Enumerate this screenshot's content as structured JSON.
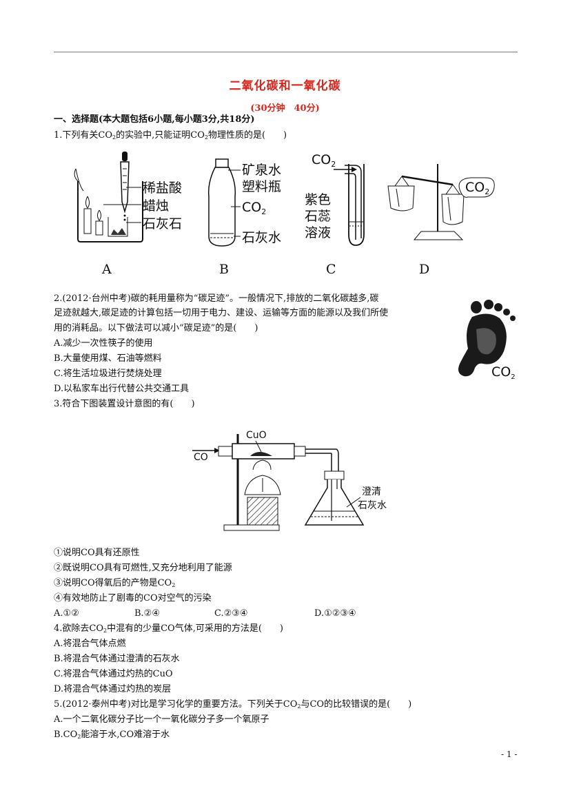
{
  "title": "二氧化碳和一氧化碳",
  "subtitle": "(30分钟　40分)",
  "section1": "一、选择题(本大题包括6小题,每小题3分,共18分)",
  "q1": {
    "stem_a": "1.下列有关CO",
    "stem_b": "的实验中,只能证明CO",
    "stem_c": "物理性质的是(　　)",
    "figs": {
      "A": {
        "letter": "A",
        "l1": "稀盐酸",
        "l2": "蜡烛",
        "l3": "石灰石"
      },
      "B": {
        "letter": "B",
        "l1": "矿泉水",
        "l2": "塑料瓶",
        "l3": "CO",
        "l4": "石灰水"
      },
      "C": {
        "letter": "C",
        "co2": "CO",
        "l1": "紫色",
        "l2": "石蕊",
        "l3": "溶液"
      },
      "D": {
        "letter": "D",
        "co2": "CO"
      }
    }
  },
  "q2": {
    "l1": "2.(2012·台州中考)碳的耗用量称为“碳足迹”。一般情况下,排放的二氧化碳越多,碳",
    "l2": "足迹就越大,碳足迹的计算包括一切用于电力、建设、运输等方面的能源以及我们所使",
    "l3": "用的消耗品。以下做法可以减小“碳足迹”的是(　　)",
    "a": "A.减少一次性筷子的使用",
    "b": "B.大量使用煤、石油等燃料",
    "c": "C.将生活垃圾进行焚烧处理",
    "d": "D.以私家车出行代替公共交通工具",
    "fig_label": "CO"
  },
  "q3": {
    "stem": "3.符合下图装置设计意图的有(　　)",
    "fig": {
      "co": "CO",
      "cuo": "CuO",
      "lime1": "澄清",
      "lime2": "石灰水"
    },
    "s1": "①说明CO具有还原性",
    "s2": "②既说明CO具有可燃性,又充分地利用了能源",
    "s3": "③说明CO得氧后的产物是CO",
    "s4": "④有效地防止了剧毒的CO对空气的污染",
    "optA": "A.①②",
    "optB": "B.②④",
    "optC": "C.②③④",
    "optD": "D.①②③④"
  },
  "q4": {
    "stem_a": "4.欲除去CO",
    "stem_b": "中混有的少量CO气体,可采用的方法是(　　)",
    "a": "A.将混合气体点燃",
    "b": "B.将混合气体通过澄清的石灰水",
    "c": "C.将混合气体通过灼热的CuO",
    "d": "D.将混合气体通过灼热的炭层"
  },
  "q5": {
    "stem_a": "5.(2012·泰州中考)对比是学习化学的重要方法。下列关于CO",
    "stem_b": "与CO的比较错误的是(　　)",
    "a": "A.一个二氧化碳分子比一个一氧化碳分子多一个氧原子",
    "b_a": "B.CO",
    "b_b": "能溶于水,CO难溶于水"
  },
  "sub2": "2",
  "page_number": "- 1 -"
}
